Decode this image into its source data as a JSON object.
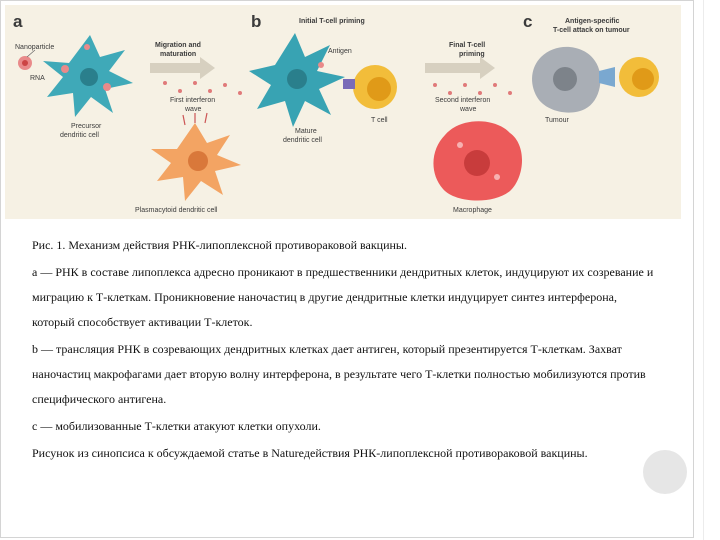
{
  "figure": {
    "panel_a": "a",
    "panel_b": "b",
    "panel_c": "c",
    "labels": {
      "nanoparticle": "Nanoparticle",
      "rna": "RNA",
      "migration_1": "Migration and",
      "migration_2": "maturation",
      "initial_priming": "Initial T-cell priming",
      "antigen": "Antigen",
      "antigen_specific_1": "Antigen-specific",
      "antigen_specific_2": "T-cell attack on tumour",
      "first_ifn_1": "First interferon",
      "first_ifn_2": "wave",
      "precursor_1": "Precursor",
      "precursor_2": "dendritic cell",
      "mature_1": "Mature",
      "mature_2": "dendritic cell",
      "tcell": "T cell",
      "final_priming_1": "Final T-cell",
      "final_priming_2": "priming",
      "second_ifn_1": "Second interferon",
      "second_ifn_2": "wave",
      "tumour": "Tumour",
      "plasmacytoid": "Plasmacytoid dendritic cell",
      "macrophage": "Macrophage"
    }
  },
  "caption": {
    "p1": "Рис. 1. Механизм действия РНК-липоплексной противораковой вакцины.",
    "p2": "а — РНК в составе липоплекса адресно проникают в предшественники дендритных клеток, индуцируют их созревание и миграцию к Т-клеткам. Проникновение наночастиц в другие дендритные клетки индуцирует синтез интерферона, который способствует активации Т-клеток.",
    "p3": "b — трансляция РНК в созревающих дендритных клетках дает антиген, который презентируется Т-клеткам. Захват наночастиц макрофагами дает вторую волну интерферона, в результате чего Т-клетки полностью мобилизуются против специфического антигена.",
    "p4": "c — мобилизованные Т-клетки атакуют клетки опухоли.",
    "p5": "Рисунок из синопсиса к обсуждаемой статье в Natureдействия РНК-липоплексной противораковой вакцины."
  }
}
